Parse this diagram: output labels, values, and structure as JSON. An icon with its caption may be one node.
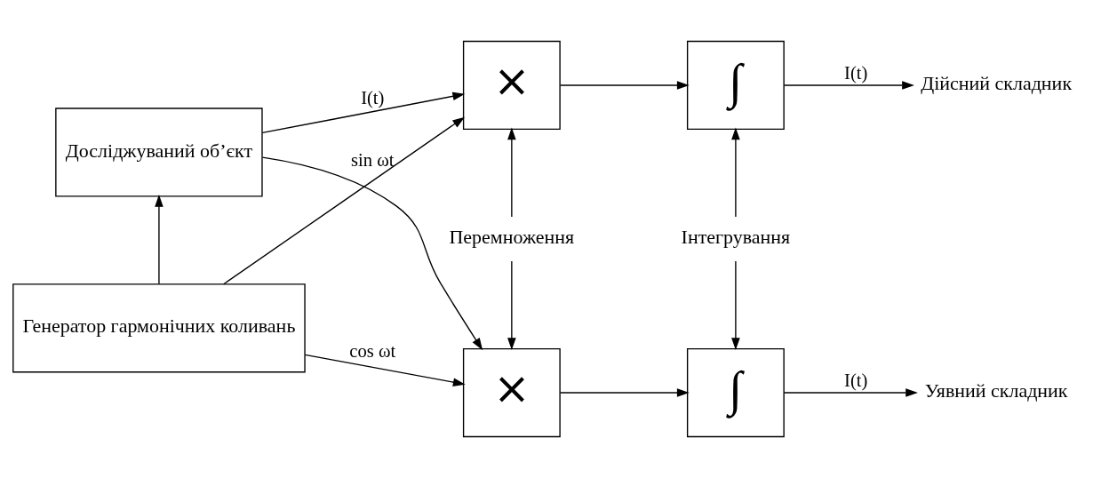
{
  "diagram": {
    "nodes": [
      {
        "text": [
          "Досліджуваний об’єкт"
        ]
      },
      {
        "text": [
          "×"
        ]
      },
      {
        "text": [
          "∫"
        ]
      },
      {
        "text": [
          "Дійсний складник"
        ]
      },
      {
        "text": [
          "Генератор гармонічних коливань"
        ]
      },
      {
        "text": [
          "×"
        ]
      },
      {
        "text": [
          "∫"
        ]
      },
      {
        "text": [
          "Уявний складник"
        ]
      },
      {
        "text": [
          "Перемноження"
        ]
      },
      {
        "text": [
          "Інтегрування"
        ]
      }
    ],
    "edges": [
      {
        "from": 4,
        "to": 0,
        "arrow": "to"
      },
      {
        "from": 0,
        "to": 1,
        "arrow": "to",
        "label": "I(t)"
      },
      {
        "from": 0,
        "to": 5,
        "arrow": "to"
      },
      {
        "from": 4,
        "to": 1,
        "arrow": "to",
        "label": "sin ωt"
      },
      {
        "from": 4,
        "to": 5,
        "arrow": "to",
        "label": "cos ωt"
      },
      {
        "from": 1,
        "to": 2,
        "arrow": "to"
      },
      {
        "from": 2,
        "to": 3,
        "arrow": "to",
        "label": "I(t)"
      },
      {
        "from": 5,
        "to": 6,
        "arrow": "to"
      },
      {
        "from": 6,
        "to": 7,
        "arrow": "to",
        "label": "I(t)"
      },
      {
        "from": 8,
        "to": 1,
        "arrow": "to"
      },
      {
        "from": 8,
        "to": 5,
        "arrow": "to"
      },
      {
        "from": 9,
        "to": 2,
        "arrow": "to"
      },
      {
        "from": 9,
        "to": 6,
        "arrow": "to"
      }
    ]
  }
}
